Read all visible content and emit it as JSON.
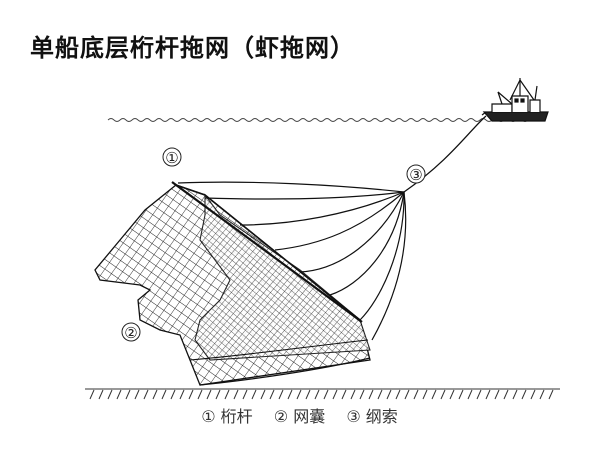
{
  "title": "单船底层桁杆拖网（虾拖网）",
  "callouts": {
    "beam": "①",
    "net": "②",
    "warp": "③"
  },
  "legend": {
    "item1": "① 桁杆",
    "item2": "② 网囊",
    "item3": "③  纲索"
  },
  "colors": {
    "line": "#1a1a1a",
    "background": "#ffffff"
  }
}
